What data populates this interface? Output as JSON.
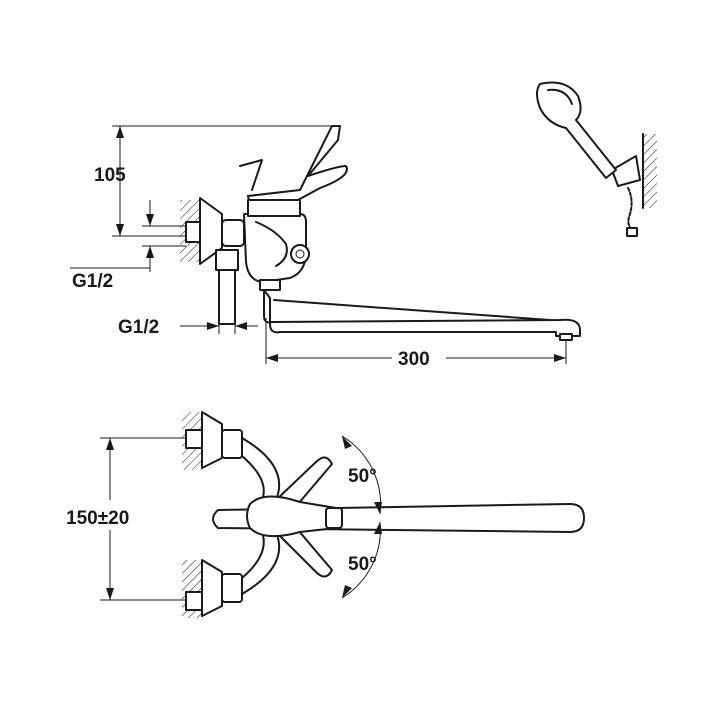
{
  "figure": {
    "dimensions": {
      "height_top": "105",
      "inlet_thread_upper": "G1/2",
      "inlet_thread_lower": "G1/2",
      "spout_length": "300",
      "inlet_spacing": "150±20",
      "angle_upper": "50°",
      "angle_lower": "50°"
    },
    "colors": {
      "line": "#1a1a1a",
      "background": "#ffffff"
    },
    "icons": [
      "wall-hatch",
      "hand-shower",
      "shower-holder"
    ]
  }
}
